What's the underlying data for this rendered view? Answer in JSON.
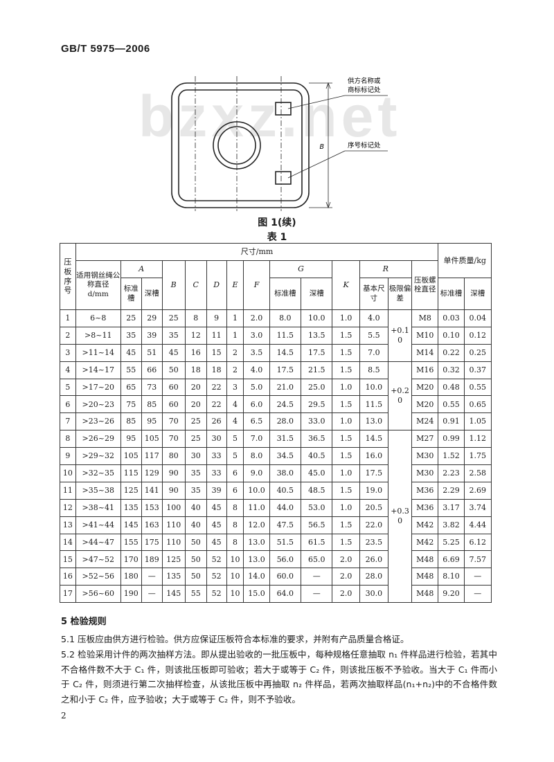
{
  "header": {
    "standard_code": "GB/T 5975—2006"
  },
  "watermark": "bzxz.net",
  "figure": {
    "label_top": [
      "供方名称或",
      "商标标记处"
    ],
    "label_bottom": "序号标记处",
    "dim_label": "B",
    "caption": "图 1(续)"
  },
  "table": {
    "caption": "表 1",
    "headers": {
      "seq": "压板序号",
      "dims": "尺寸/mm",
      "rope": "适用钢丝绳公称直径 d/mm",
      "A": "A",
      "B": "B",
      "C": "C",
      "D": "D",
      "E": "E",
      "F": "F",
      "G": "G",
      "K": "K",
      "R": "R",
      "standard_groove": "标准槽",
      "deep_groove": "深槽",
      "basic_size": "基本尺寸",
      "limit_dev": "极限偏差",
      "bolt": "压板螺栓直径",
      "mass": "单件质量/kg"
    },
    "deviations": [
      "+0.1\n0",
      "+0.2\n0",
      "+0.3\n0"
    ],
    "rows": [
      [
        "1",
        "6~8",
        "25",
        "29",
        "25",
        "8",
        "9",
        "1",
        "2.0",
        "8.0",
        "10.0",
        "1.0",
        "4.0",
        "M8",
        "0.03",
        "0.04"
      ],
      [
        "2",
        ">8~11",
        "35",
        "39",
        "35",
        "12",
        "11",
        "1",
        "3.0",
        "11.5",
        "13.5",
        "1.5",
        "5.5",
        "M10",
        "0.10",
        "0.12"
      ],
      [
        "3",
        ">11~14",
        "45",
        "51",
        "45",
        "16",
        "15",
        "2",
        "3.5",
        "14.5",
        "17.5",
        "1.5",
        "7.0",
        "M14",
        "0.22",
        "0.25"
      ],
      [
        "4",
        ">14~17",
        "55",
        "66",
        "50",
        "18",
        "18",
        "2",
        "4.0",
        "17.5",
        "21.5",
        "1.5",
        "8.5",
        "M16",
        "0.32",
        "0.37"
      ],
      [
        "5",
        ">17~20",
        "65",
        "73",
        "60",
        "20",
        "22",
        "3",
        "5.0",
        "21.0",
        "25.0",
        "1.0",
        "10.0",
        "M20",
        "0.48",
        "0.55"
      ],
      [
        "6",
        ">20~23",
        "75",
        "85",
        "60",
        "20",
        "22",
        "4",
        "6.0",
        "24.5",
        "29.5",
        "1.5",
        "11.5",
        "M20",
        "0.55",
        "0.65"
      ],
      [
        "7",
        ">23~26",
        "85",
        "95",
        "70",
        "25",
        "26",
        "4",
        "6.5",
        "28.0",
        "33.0",
        "1.0",
        "13.0",
        "M24",
        "0.91",
        "1.05"
      ],
      [
        "8",
        ">26~29",
        "95",
        "105",
        "70",
        "25",
        "30",
        "5",
        "7.0",
        "31.5",
        "36.5",
        "1.5",
        "14.5",
        "M27",
        "0.99",
        "1.12"
      ],
      [
        "9",
        ">29~32",
        "105",
        "117",
        "80",
        "30",
        "33",
        "5",
        "8.0",
        "34.5",
        "40.5",
        "1.5",
        "16.0",
        "M30",
        "1.52",
        "1.75"
      ],
      [
        "10",
        ">32~35",
        "115",
        "129",
        "90",
        "35",
        "33",
        "6",
        "9.0",
        "38.0",
        "45.0",
        "1.0",
        "17.5",
        "M30",
        "2.23",
        "2.58"
      ],
      [
        "11",
        ">35~38",
        "125",
        "141",
        "90",
        "35",
        "39",
        "6",
        "10.0",
        "40.5",
        "48.5",
        "1.5",
        "19.0",
        "M36",
        "2.29",
        "2.69"
      ],
      [
        "12",
        ">38~41",
        "135",
        "153",
        "100",
        "40",
        "45",
        "8",
        "11.0",
        "44.0",
        "53.0",
        "1.0",
        "20.5",
        "M36",
        "3.17",
        "3.74"
      ],
      [
        "13",
        ">41~44",
        "145",
        "163",
        "110",
        "40",
        "45",
        "8",
        "12.0",
        "47.5",
        "56.5",
        "1.5",
        "22.0",
        "M42",
        "3.82",
        "4.44"
      ],
      [
        "14",
        ">44~47",
        "155",
        "175",
        "110",
        "50",
        "45",
        "8",
        "13.0",
        "51.5",
        "61.5",
        "1.5",
        "23.5",
        "M42",
        "5.25",
        "6.12"
      ],
      [
        "15",
        ">47~52",
        "170",
        "189",
        "125",
        "50",
        "52",
        "10",
        "13.0",
        "56.0",
        "65.0",
        "2.0",
        "26.0",
        "M48",
        "6.69",
        "7.57"
      ],
      [
        "16",
        ">52~56",
        "180",
        "—",
        "135",
        "50",
        "52",
        "10",
        "14.0",
        "60.0",
        "—",
        "2.0",
        "28.0",
        "M48",
        "8.10",
        "—"
      ],
      [
        "17",
        ">56~60",
        "190",
        "—",
        "145",
        "55",
        "52",
        "10",
        "15.0",
        "64.0",
        "—",
        "2.0",
        "30.0",
        "M48",
        "9.20",
        "—"
      ]
    ]
  },
  "section": {
    "title": "5   检验规则"
  },
  "paragraphs": {
    "p1": "5.1   压板应由供方进行检验。供方应保证压板符合本标准的要求，并附有产品质量合格证。",
    "p2": "5.2   检验采用计件的两次抽样方法。即从提出验收的一批压板中，每种规格任意抽取 n₁ 件样品进行检验，若其中不合格件数不大于 C₁ 件，则该批压板即可验收；若大于或等于 C₂ 件，则该批压板不予验收。当大于 C₁ 件而小于 C₂ 件，则须进行第二次抽样检查，从该批压板中再抽取 n₂ 件样品，若两次抽取样品(n₁+n₂)中的不合格件数之和小于 C₂ 件，应予验收；大于或等于 C₂ 件，则不予验收。"
  },
  "page_number": "2"
}
